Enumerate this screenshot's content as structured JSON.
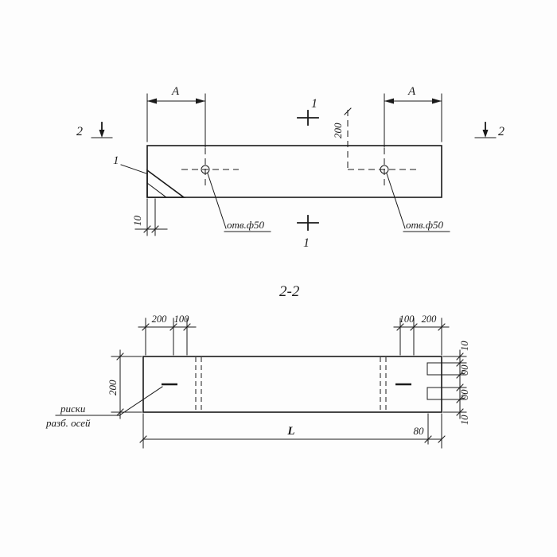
{
  "colors": {
    "ink": "#1a1a1a",
    "paper": "#fdfdfd"
  },
  "plan": {
    "dim_a_left": "A",
    "dim_a_right": "A",
    "cut2_left": "2",
    "cut2_right": "2",
    "cut1_top": "1",
    "cut1_bottom": "1",
    "detail1": "1",
    "dim_200": "200",
    "dim_10": "10",
    "hole_left": "отв.ф50",
    "hole_right": "отв.ф50"
  },
  "section": {
    "title": "2-2",
    "dim_height_200": "200",
    "top_left": [
      "200",
      "100"
    ],
    "top_right": [
      "100",
      "200"
    ],
    "right": [
      "10",
      "90",
      "90",
      "10"
    ],
    "dim_L": "L",
    "dim_80": "80",
    "note_line1": "риски",
    "note_line2": "разб. осей"
  }
}
